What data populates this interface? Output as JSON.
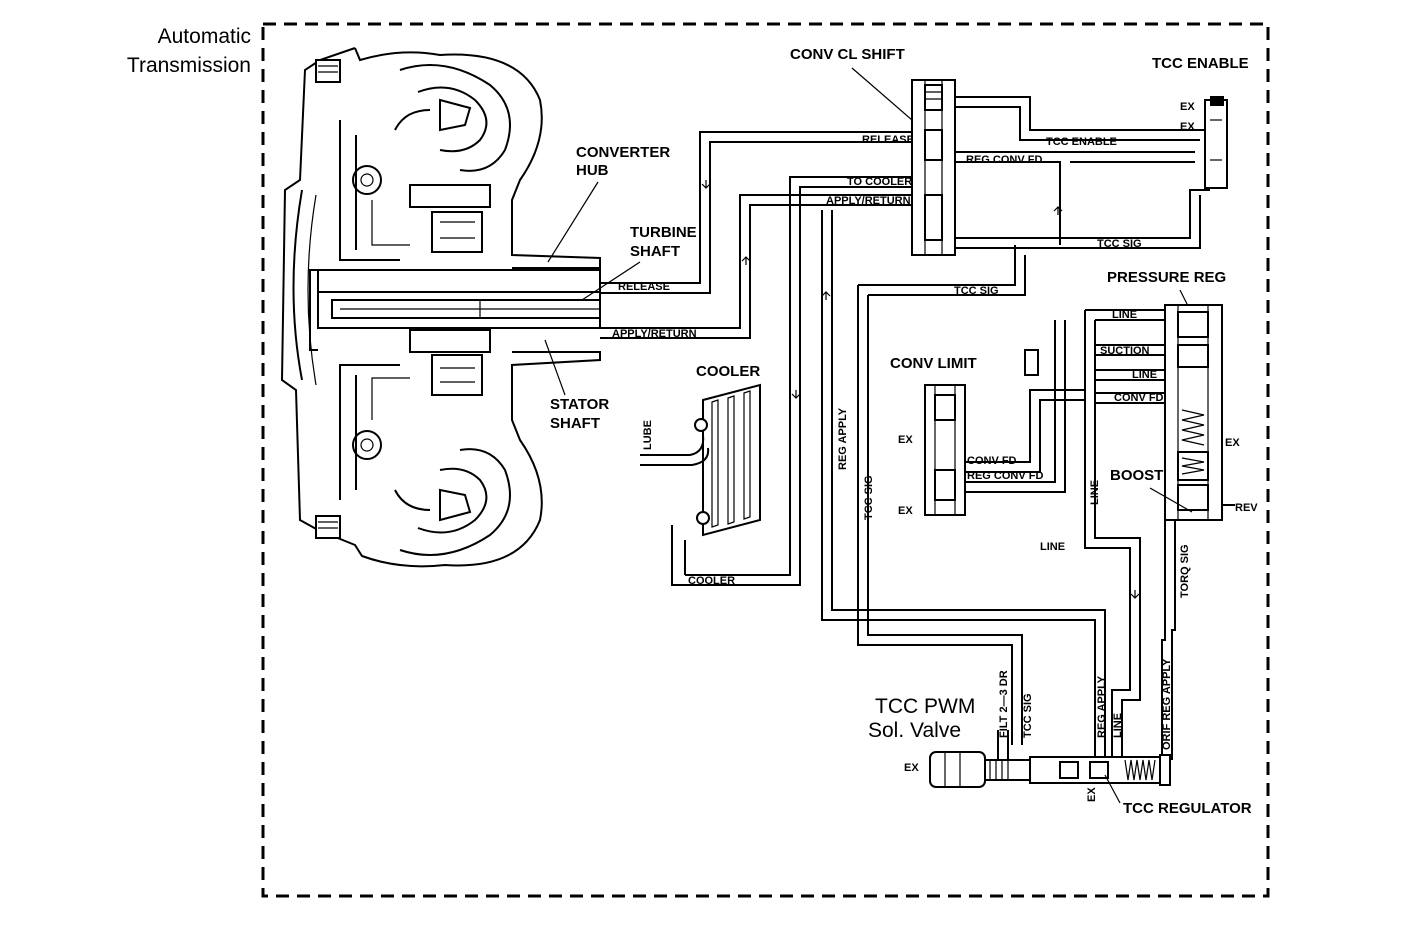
{
  "title": {
    "line1": "Automatic",
    "line2": "Transmission"
  },
  "components": {
    "converter_hub": {
      "line1": "CONVERTER",
      "line2": "HUB"
    },
    "turbine_shaft": {
      "line1": "TURBINE",
      "line2": "SHAFT"
    },
    "stator_shaft": {
      "line1": "STATOR",
      "line2": "SHAFT"
    },
    "cooler": "COOLER",
    "conv_cl_shift": "CONV CL SHIFT",
    "tcc_enable": "TCC ENABLE",
    "pressure_reg": "PRESSURE REG",
    "conv_limit": "CONV LIMIT",
    "boost": "BOOST",
    "tcc_pwm": {
      "line1": "TCC PWM",
      "line2": "Sol. Valve"
    },
    "tcc_regulator": "TCC REGULATOR"
  },
  "passages": {
    "release_conv": "RELEASE",
    "apply_return_conv": "APPLY/RETURN",
    "release_valve": "RELEASE",
    "to_cooler": "TO COOLER",
    "apply_return_valve": "APPLY/RETURN",
    "tcc_enable_line": "TCC ENABLE",
    "reg_conv_fd_top": "REG CONV FD",
    "tcc_sig_right": "TCC SIG",
    "tcc_sig_mid": "TCC SIG",
    "lube": "LUBE",
    "cooler_line": "COOLER",
    "reg_apply_vert": "REG APPLY",
    "tcc_sig_vert": "TCC SIG",
    "conv_fd": "CONV FD",
    "reg_conv_fd": "REG CONV FD",
    "line_pr_top": "LINE",
    "suction": "SUCTION",
    "line_pr_mid": "LINE",
    "conv_fd_pr": "CONV FD",
    "line_vert": "LINE",
    "line_low": "LINE",
    "rev": "REV",
    "torq_sig": "TORQ SIG",
    "filt_2_3_dr": "FILT 2—3 DR",
    "tcc_sig_sol": "TCC SIG",
    "reg_apply_sol": "REG APPLY",
    "line_sol": "LINE",
    "orif_reg_apply": "ORIF REG APPLY"
  },
  "exhausts": {
    "ex_enable_1": "EX",
    "ex_enable_2": "EX",
    "ex_limit_1": "EX",
    "ex_limit_2": "EX",
    "ex_pressure": "EX",
    "ex_pwm": "EX",
    "ex_reg": "EX"
  }
}
